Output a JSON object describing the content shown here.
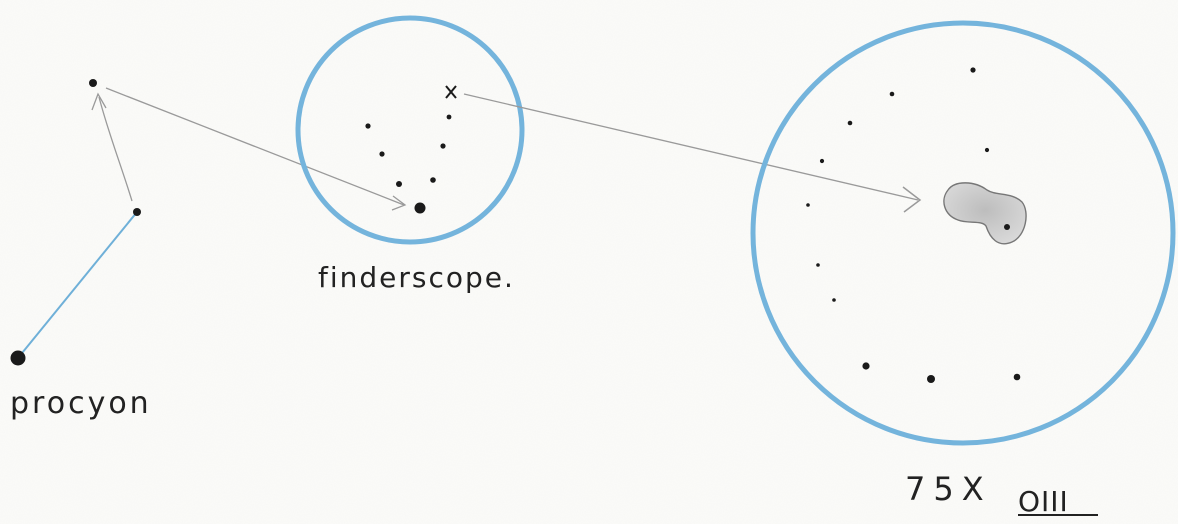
{
  "labels": {
    "procyon": "procyon",
    "finderscope": "finderscope.",
    "magnification": "75X",
    "filter": "OIII"
  },
  "colors": {
    "paper": "#fbfbf9",
    "circle": "#74b4dc",
    "line": "#6fb0d8",
    "pencil": "#9a9a9a",
    "star": "#1a1a1a",
    "nebula": "#c4c4c4"
  }
}
